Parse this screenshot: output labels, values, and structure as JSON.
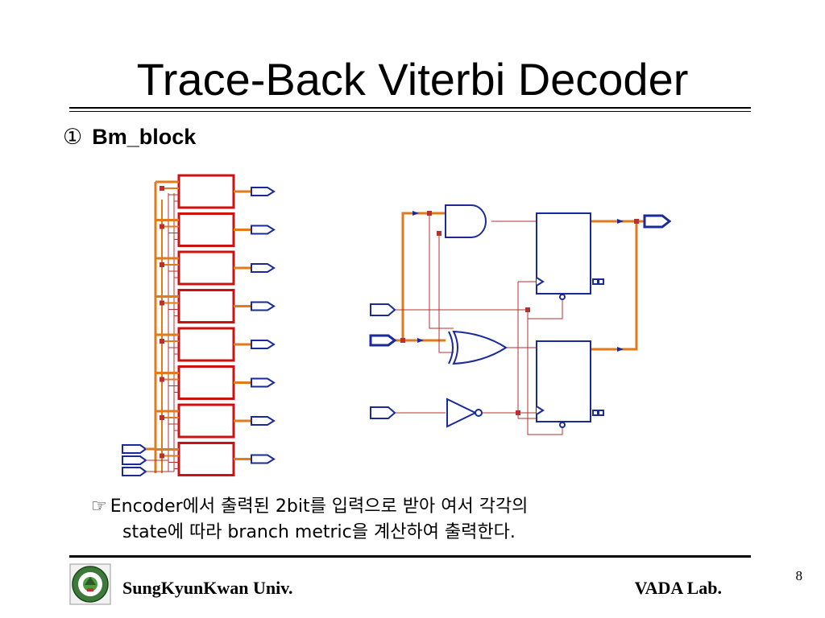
{
  "slide": {
    "title": "Trace-Back Viterbi Decoder",
    "section_number": "①",
    "section_label": "Bm_block",
    "description": {
      "marker": "☞",
      "line1": "Encoder에서 출력된 2bit를 입력으로 받아 여서 각각의",
      "line2": "state에 따라 branch metric을 계산하여 출력한다."
    },
    "page_number": "8"
  },
  "footer": {
    "university": "SungKyunKwan Univ.",
    "lab": "VADA Lab."
  },
  "icons": {
    "logo": "university-seal-icon",
    "pointer": "pointing-hand-icon"
  },
  "colors": {
    "block_red": "#cc1111",
    "bus_orange": "#e07a1a",
    "gate_blue": "#1a2a9a",
    "wire_red": "#b83030"
  }
}
